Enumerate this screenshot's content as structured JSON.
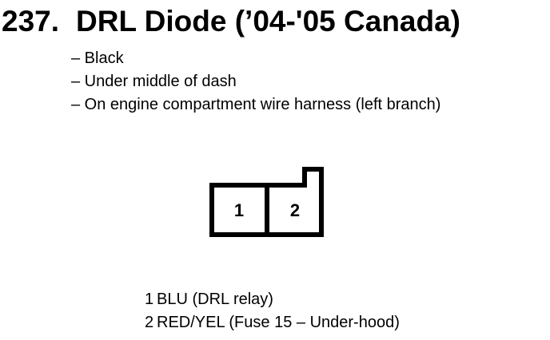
{
  "header": {
    "number": "237.",
    "title": "DRL Diode (’04-'05 Canada)"
  },
  "notes": [
    "– Black",
    "– Under middle of dash",
    "– On engine compartment wire harness (left branch)"
  ],
  "connector": {
    "cavities": [
      "1",
      "2"
    ]
  },
  "legend": [
    {
      "number": "1",
      "label": "BLU (DRL relay)"
    },
    {
      "number": "2",
      "label": "RED/YEL (Fuse 15 – Under-hood)"
    }
  ],
  "colors": {
    "ink": "#000000",
    "paper": "#ffffff"
  }
}
